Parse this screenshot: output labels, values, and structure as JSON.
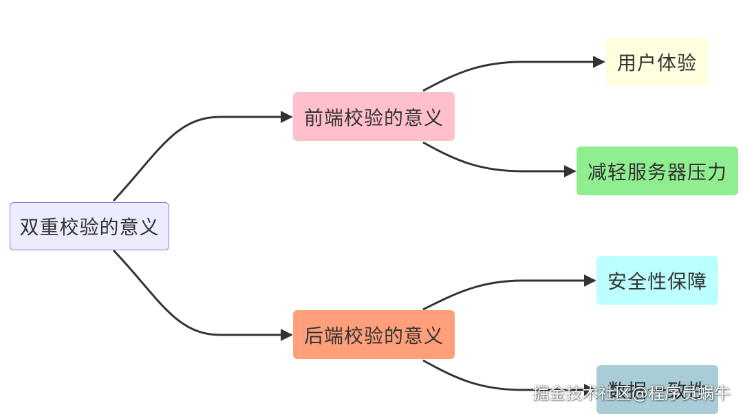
{
  "nodes": {
    "root": {
      "label": "双重校验的意义",
      "fill": "#ECECFF",
      "stroke": "#9370DB"
    },
    "frontend": {
      "label": "前端校验的意义",
      "fill": "#FFC0CB",
      "stroke": "#FFC0CB"
    },
    "backend": {
      "label": "后端校验的意义",
      "fill": "#FFA07A",
      "stroke": "#FFA07A"
    },
    "user_experience": {
      "label": "用户体验",
      "fill": "#FFFFE0",
      "stroke": "#FFFFE0"
    },
    "reduce_load": {
      "label": "减轻服务器压力",
      "fill": "#90EE90",
      "stroke": "#90EE90"
    },
    "security": {
      "label": "安全性保障",
      "fill": "#BBFFFF",
      "stroke": "#BBFFFF"
    },
    "data_consistency": {
      "label": "数据一致性",
      "fill": "#A9CDD6",
      "stroke": "#A9CDD6"
    }
  },
  "edges": [
    {
      "from": "root",
      "to": "frontend"
    },
    {
      "from": "root",
      "to": "backend"
    },
    {
      "from": "frontend",
      "to": "user_experience"
    },
    {
      "from": "frontend",
      "to": "reduce_load"
    },
    {
      "from": "backend",
      "to": "security"
    },
    {
      "from": "backend",
      "to": "data_consistency"
    }
  ],
  "colors": {
    "edge": "#333333",
    "text": "#333333"
  },
  "watermark": "掘金技术社区@程序员蜗牛"
}
